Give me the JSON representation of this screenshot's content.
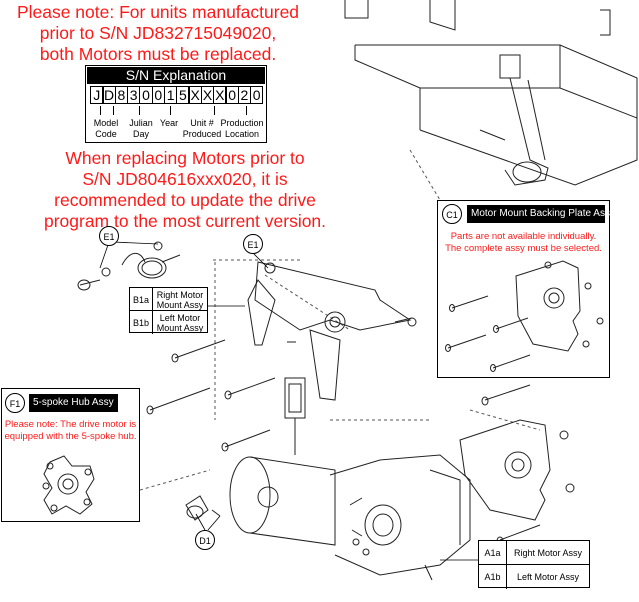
{
  "notes": {
    "top_lines": [
      "Please note: For units manufactured",
      "prior to S/N JD832715049020,",
      "both Motors must be replaced."
    ],
    "middle_lines": [
      "When replacing Motors prior to",
      "S/N JD804616xxx020, it is",
      "recommended to update the drive",
      "program to the most current version."
    ]
  },
  "sn_explanation": {
    "title": "S/N Explanation",
    "characters": [
      "J",
      "D",
      "8",
      "3",
      "0",
      "0",
      "1",
      "5",
      "X",
      "X",
      "X",
      "0",
      "2",
      "0"
    ],
    "labels": {
      "model_code": [
        "Model",
        "Code"
      ],
      "julian_day": [
        "Julian",
        "Day"
      ],
      "year": [
        "Year"
      ],
      "unit_produced": [
        "Unit #",
        "Produced"
      ],
      "production_location": [
        "Production",
        "Location"
      ]
    }
  },
  "callouts": {
    "e1_left": "E1",
    "e1_right": "E1",
    "c1": "C1",
    "f1": "F1",
    "d1": "D1"
  },
  "motor_mount_table": {
    "rows": [
      {
        "code": "B1a",
        "name": [
          "Right Motor",
          "Mount Assy"
        ]
      },
      {
        "code": "B1b",
        "name": [
          "Left Motor",
          "Mount Assy"
        ]
      }
    ]
  },
  "backing_plate_panel": {
    "title": "Motor Mount Backing Plate Assy",
    "note_lines": [
      "Parts are not available individually.",
      "The complete assy must be selected."
    ]
  },
  "hub_panel": {
    "title": "5-spoke Hub Assy",
    "note_lines": [
      "Please note: The drive motor is",
      "equipped with the 5-spoke hub."
    ]
  },
  "motor_table": {
    "rows": [
      {
        "code": "A1a",
        "name": "Right Motor Assy"
      },
      {
        "code": "A1b",
        "name": "Left Motor Assy"
      }
    ]
  },
  "colors": {
    "note_red": "#ff1a1a",
    "line": "#000000",
    "frame_gray": "#444444"
  }
}
